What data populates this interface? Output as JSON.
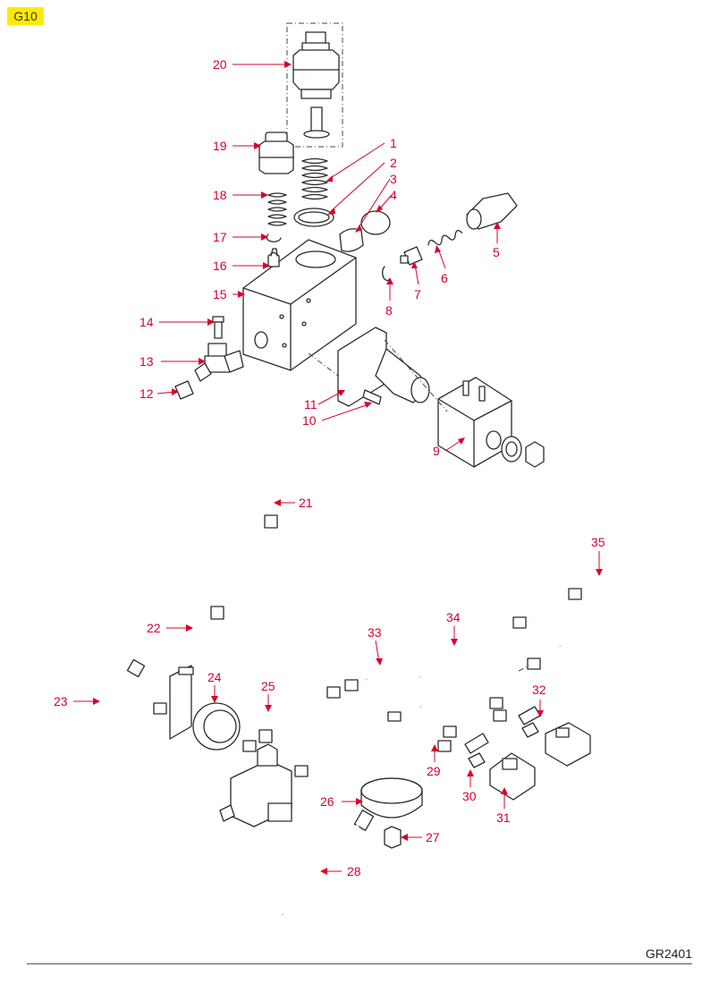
{
  "page_tag": "G10",
  "drawing_code": "GR2401",
  "callouts": [
    "1",
    "2",
    "3",
    "4",
    "5",
    "6",
    "7",
    "8",
    "9",
    "10",
    "11",
    "12",
    "13",
    "14",
    "15",
    "16",
    "17",
    "18",
    "19",
    "20",
    "21",
    "22",
    "23",
    "24",
    "25",
    "26",
    "27",
    "28",
    "29",
    "30",
    "31",
    "32",
    "33",
    "34",
    "35"
  ],
  "colors": {
    "tag_bg": "#ffea00",
    "callout": "#d9002a",
    "line": "#2b2b2b"
  }
}
